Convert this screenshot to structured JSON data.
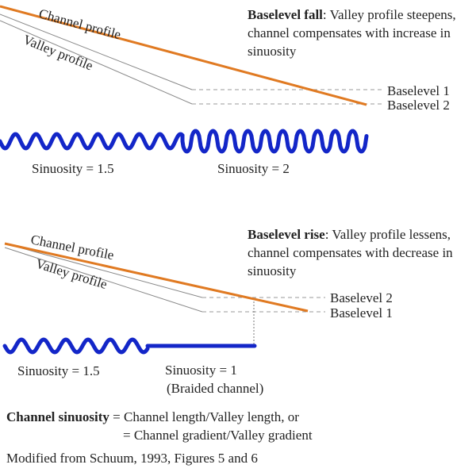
{
  "colors": {
    "channel": "#e07a22",
    "meander": "#1326c8",
    "gray": "#888888",
    "text": "#222222"
  },
  "fall": {
    "channel_label": "Channel profile",
    "valley_label": "Valley profile",
    "desc_bold": "Baselevel fall",
    "desc_line1": ": Valley profile steepens,",
    "desc_line2": "channel compensates with increase in",
    "desc_line3": "sinuosity",
    "baselevel_1": "Baselevel 1",
    "baselevel_2": "Baselevel 2",
    "sinuosity_left": "Sinuosity = 1.5",
    "sinuosity_right": "Sinuosity = 2"
  },
  "rise": {
    "channel_label": "Channel profile",
    "valley_label": "Valley profile",
    "desc_bold": "Baselevel rise",
    "desc_line1": ": Valley profile lessens,",
    "desc_line2": "channel compensates with decrease in",
    "desc_line3": "sinuosity",
    "baselevel_2": "Baselevel 2",
    "baselevel_1": "Baselevel 1",
    "sinuosity_left": "Sinuosity = 1.5",
    "sinuosity_right": "Sinuosity = 1",
    "sinuosity_right_note": "(Braided channel)"
  },
  "definition": {
    "bold": "Channel sinuosity",
    "line1": " = Channel length/Valley length, or",
    "line2": "= Channel gradient/Valley gradient"
  },
  "credit": "Modified from Schuum, 1993, Figures 5 and 6"
}
